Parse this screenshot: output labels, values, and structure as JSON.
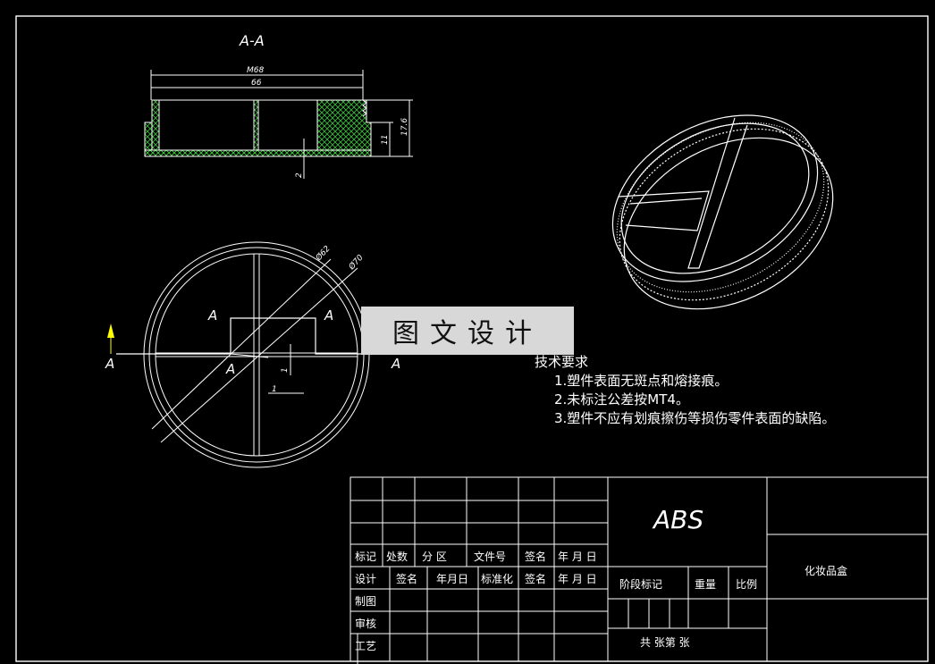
{
  "section_label": "A-A",
  "dims": {
    "m68": "M68",
    "d66": "66",
    "h17_6": "17.6",
    "h11": "11",
    "t2": "2",
    "phi62": "Ø62",
    "phi70": "Ø70",
    "one_a": "1",
    "one_b": "1"
  },
  "cut_labels": {
    "a1": "A",
    "a2": "A",
    "a3": "A",
    "a4": "A",
    "a5": "A"
  },
  "watermark": "图文设计",
  "notes": {
    "title": "技术要求",
    "items": [
      "1.塑件表面无斑点和熔接痕。",
      "2.未标注公差按MT4。",
      "3.塑件不应有划痕擦伤等损伤零件表面的缺陷。"
    ]
  },
  "title_block": {
    "material": "ABS",
    "part_name": "化妆品盒",
    "row_revision": [
      "标记",
      "处数",
      "分 区",
      "文件号",
      "签名",
      "年 月 日"
    ],
    "row_design": [
      "设计",
      "签名",
      "年月日",
      "标准化",
      "签名",
      "年 月 日"
    ],
    "draw": "制图",
    "review": "审核",
    "process": "工艺",
    "stage_mark": "阶段标记",
    "weight": "重量",
    "scale": "比例",
    "sheets": "共   张第  张"
  },
  "colors": {
    "line": "#ffffff",
    "hatch": "#3fbf3f",
    "arrow": "#ffff00"
  }
}
